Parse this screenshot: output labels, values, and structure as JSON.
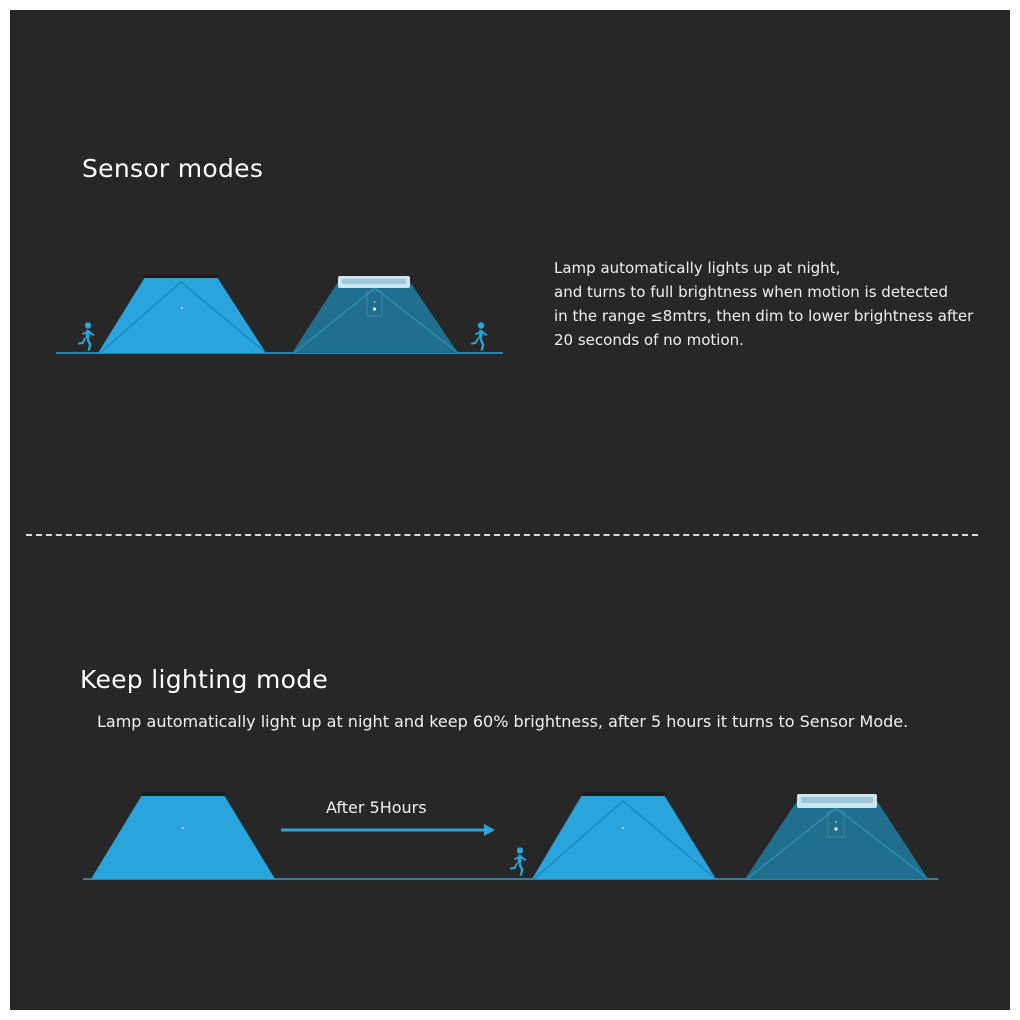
{
  "sensor": {
    "title": "Sensor modes",
    "description": [
      "Lamp automatically lights up at night,",
      "and turns to full brightness when motion is detected",
      "in the range ≤8mtrs, then dim to lower brightness after",
      "20 seconds of no motion."
    ]
  },
  "keep": {
    "title": "Keep lighting mode",
    "description": "Lamp automatically light up at night and keep 60% brightness, after 5 hours it turns to Sensor Mode.",
    "arrow_label": "After 5Hours"
  },
  "colors": {
    "background": "#272727",
    "bright_beam": "#29a4dc",
    "dim_beam": "#1e6b8a",
    "ground_line": "#2aa3d6",
    "runner": "#2aa3d6"
  }
}
